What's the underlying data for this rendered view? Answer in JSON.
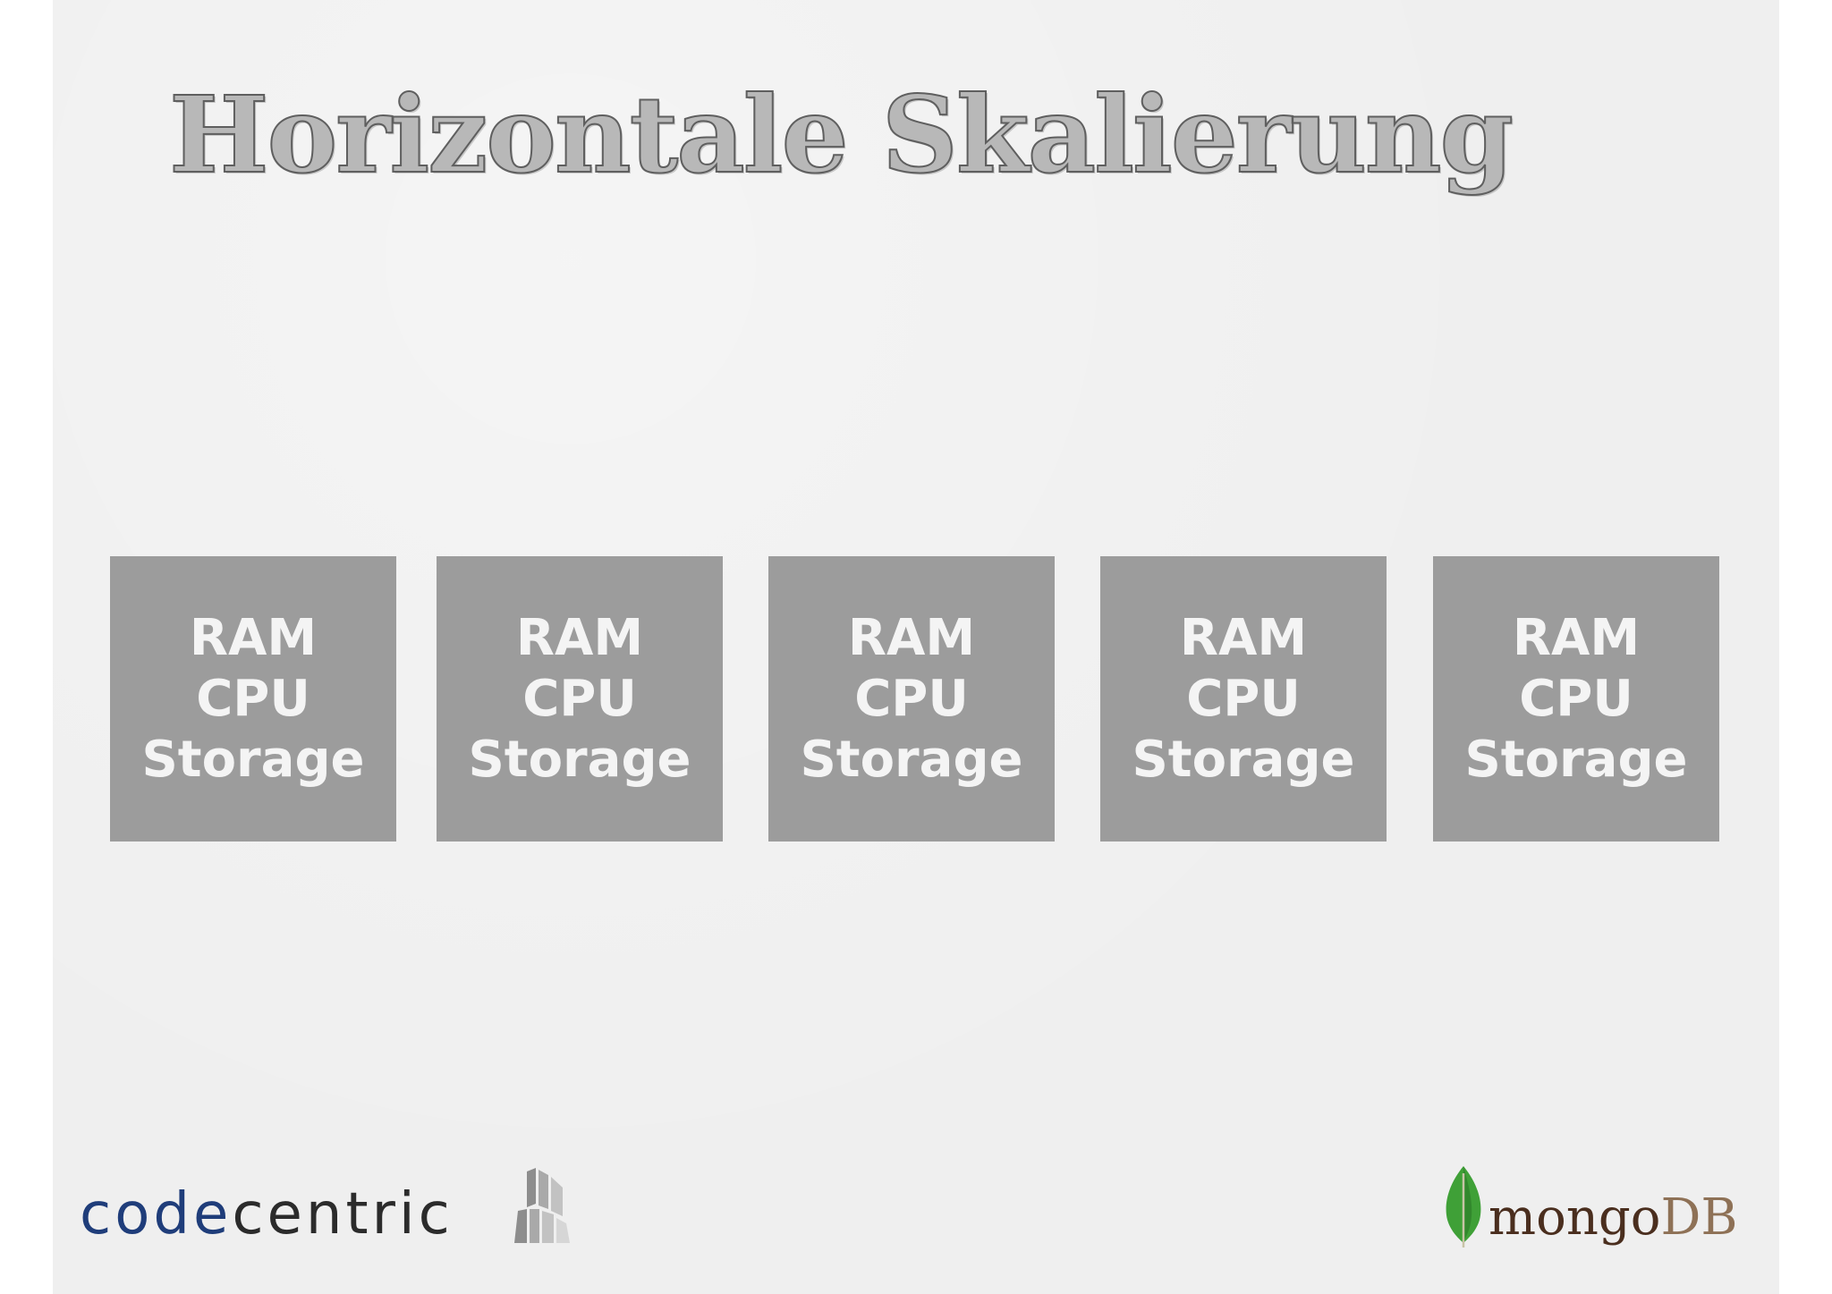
{
  "slide": {
    "title": "Horizontale Skalierung",
    "background_color": "#efefef",
    "box_color": "#9c9c9c",
    "boxes": [
      {
        "line1": "RAM",
        "line2": "CPU",
        "line3": "Storage"
      },
      {
        "line1": "RAM",
        "line2": "CPU",
        "line3": "Storage"
      },
      {
        "line1": "RAM",
        "line2": "CPU",
        "line3": "Storage"
      },
      {
        "line1": "RAM",
        "line2": "CPU",
        "line3": "Storage"
      },
      {
        "line1": "RAM",
        "line2": "CPU",
        "line3": "Storage"
      }
    ]
  },
  "footer": {
    "codecentric_logo": {
      "part1": "code",
      "part2": "centric",
      "colors": {
        "part1": "#1f3d7a",
        "part2": "#2b2b2b"
      }
    },
    "mongodb_logo": {
      "part1": "mongo",
      "part2": "DB",
      "colors": {
        "leaf": "#3fa037",
        "part1": "#4a2e1e",
        "part2": "#8e7156"
      }
    }
  }
}
